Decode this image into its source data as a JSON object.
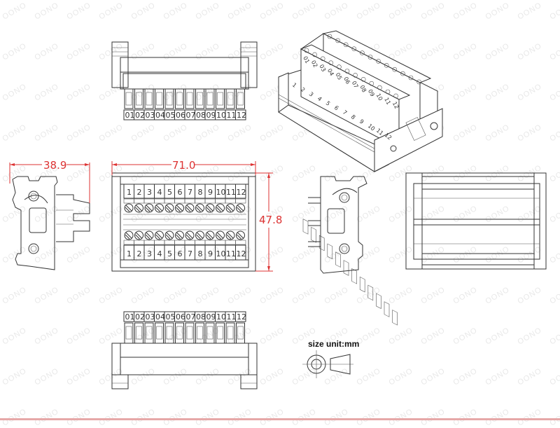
{
  "watermark": "OONO",
  "unit_label": "size unit:mm",
  "dimensions": {
    "width_side": "38.9",
    "length_front": "71.0",
    "height_front": "47.8"
  },
  "terminal_labels_top": [
    "01",
    "02",
    "03",
    "04",
    "05",
    "06",
    "07",
    "08",
    "09",
    "10",
    "11",
    "12"
  ],
  "terminal_labels_bottom": [
    "01",
    "02",
    "03",
    "04",
    "05",
    "06",
    "07",
    "08",
    "09",
    "10",
    "11",
    "12"
  ],
  "front_numbers_top": [
    "1",
    "2",
    "3",
    "4",
    "5",
    "6",
    "7",
    "8",
    "9",
    "10",
    "11",
    "12"
  ],
  "front_numbers_bottom": [
    "1",
    "2",
    "3",
    "4",
    "5",
    "6",
    "7",
    "8",
    "9",
    "10",
    "11",
    "12"
  ],
  "iso_labels": [
    "01",
    "02",
    "03",
    "04",
    "05",
    "06",
    "07",
    "08",
    "09",
    "10",
    "11",
    "12"
  ],
  "iso_base_numbers": [
    "1",
    "2",
    "3",
    "4",
    "5",
    "6",
    "7",
    "8",
    "9",
    "10",
    "11",
    "12"
  ],
  "colors": {
    "dimension": "#dd3333",
    "line": "#333333",
    "watermark": "#e8e8e8"
  },
  "views": [
    "top-view",
    "isometric-view",
    "left-side-view",
    "front-view",
    "right-side-view",
    "back-view",
    "bottom-view",
    "projection-symbol"
  ]
}
